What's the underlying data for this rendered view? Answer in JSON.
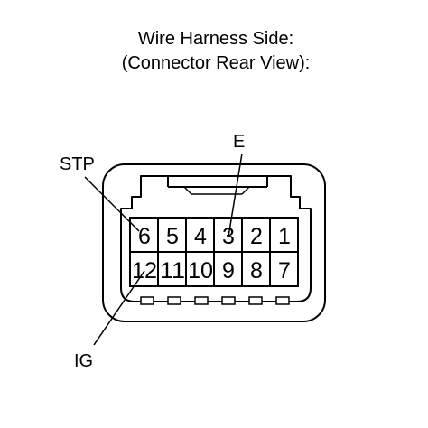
{
  "header": {
    "title_line1": "Wire Harness Side:",
    "title_line2": "(Connector Rear View):"
  },
  "connector": {
    "top_row": [
      "6",
      "5",
      "4",
      "3",
      "2",
      "1"
    ],
    "bottom_row": [
      "12",
      "11",
      "10",
      "9",
      "8",
      "7"
    ]
  },
  "callouts": {
    "e": "E",
    "stp": "STP",
    "ig": "IG"
  }
}
